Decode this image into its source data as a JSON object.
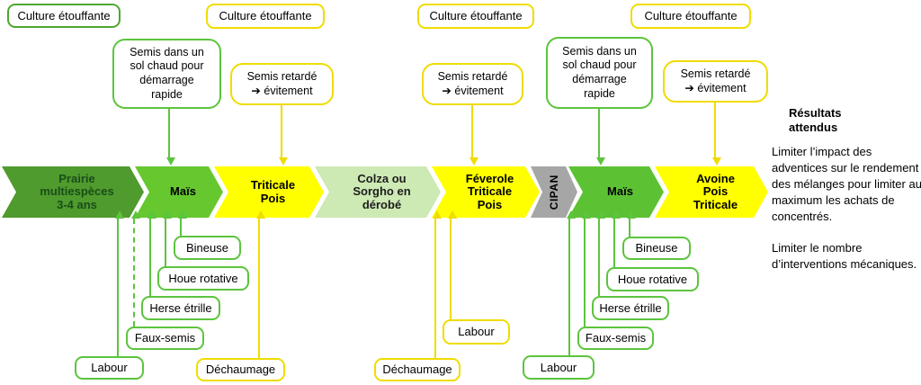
{
  "palette": {
    "green_border_dark": "#4EA72E",
    "green_border": "#5CC43E",
    "yellow_border": "#F0DC00",
    "chevron_dark_green": "#4F9B2D",
    "chevron_green": "#66C72F",
    "chevron_pale_green": "#CDE9B4",
    "chevron_yellow": "#FFFF00",
    "chevron_gray": "#A6A6A6",
    "dark_green_text": "#1A4D1A"
  },
  "top_callouts": [
    {
      "label": "Culture étouffante"
    },
    {
      "label": "Culture étouffante"
    },
    {
      "label": "Culture étouffante"
    },
    {
      "label": "Culture étouffante"
    }
  ],
  "seeding_callouts": {
    "warm_soil": "Semis dans un\nsol chaud pour\ndémarrage\nrapide",
    "delayed": "Semis retardé\n➔ évitement"
  },
  "timeline": {
    "stages": [
      {
        "label": "Prairie\nmultiespèces\n3-4 ans"
      },
      {
        "label": "Maïs"
      },
      {
        "label": "Triticale\nPois"
      },
      {
        "label": "Colza ou\nSorgho en\ndérobé"
      },
      {
        "label": "Féverole\nTriticale\nPois"
      },
      {
        "label": "CIPAN"
      },
      {
        "label": "Maïs"
      },
      {
        "label": "Avoine\nPois\nTriticale"
      }
    ]
  },
  "tools": {
    "labour": "Labour",
    "faux_semis": "Faux-semis",
    "herse_etrille": "Herse étrille",
    "houe_rotative": "Houe rotative",
    "bineuse": "Bineuse",
    "dechaumage": "Déchaumage"
  },
  "results": {
    "title": "Résultats\nattendus",
    "paragraph1": "Limiter l’impact des adventices sur le rendement des mélanges pour limiter au maximum  les achats de concentrés.",
    "paragraph2": "Limiter le nombre d’interventions mécaniques."
  }
}
